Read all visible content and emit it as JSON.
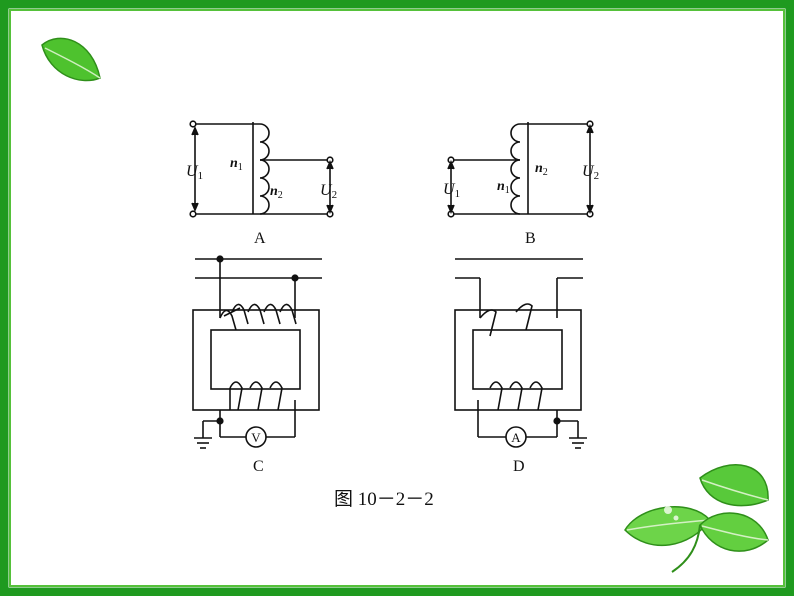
{
  "figure": {
    "caption": "图 10－2－2",
    "panels": {
      "A": {
        "label": "A",
        "primary_voltage": "U",
        "primary_sub": "1",
        "secondary_voltage": "U",
        "secondary_sub": "2",
        "turns_primary": "n",
        "turns_primary_sub": "1",
        "turns_secondary": "n",
        "turns_secondary_sub": "2"
      },
      "B": {
        "label": "B",
        "primary_voltage": "U",
        "primary_sub": "1",
        "secondary_voltage": "U",
        "secondary_sub": "2",
        "turns_primary": "n",
        "turns_primary_sub": "1",
        "turns_secondary": "n",
        "turns_secondary_sub": "2"
      },
      "C": {
        "label": "C",
        "meter": "V"
      },
      "D": {
        "label": "D",
        "meter": "A"
      }
    }
  },
  "colors": {
    "border": "#1f9a1f",
    "leaf": "#4ec22e",
    "line": "#111111"
  }
}
